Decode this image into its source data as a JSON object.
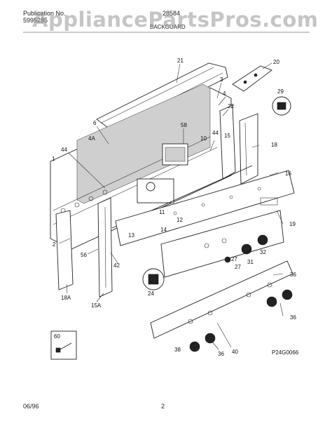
{
  "header": {
    "publication_label": "Publication No.",
    "publication_number": "5995285",
    "model": "28584",
    "section_title": "BACKGUARD"
  },
  "watermark": "AppliancePartsPros.com",
  "footer": {
    "date": "06/96",
    "page": "2"
  },
  "diagram_code": "P24G0066",
  "callouts": {
    "c21": "21",
    "c20": "20",
    "c3": "3",
    "c4": "4",
    "c29": "29",
    "c22": "22",
    "c6": "6",
    "c58": "58",
    "c4a": "4A",
    "c44a": "44",
    "c10": "10",
    "c15": "15",
    "c18": "18",
    "c44b": "44",
    "c1": "1",
    "c16": "16",
    "c19": "19",
    "c11": "11",
    "c12": "12",
    "c14": "14",
    "c13": "13",
    "c2": "2",
    "c56": "56",
    "c42": "42",
    "c27a": "27",
    "c31": "31",
    "c32": "32",
    "c27b": "27",
    "c24": "24",
    "c36a": "36",
    "c18a": "18A",
    "c15a": "15A",
    "c36b": "36",
    "c60": "60",
    "c38a": "38",
    "c36c": "36",
    "c40": "40"
  }
}
